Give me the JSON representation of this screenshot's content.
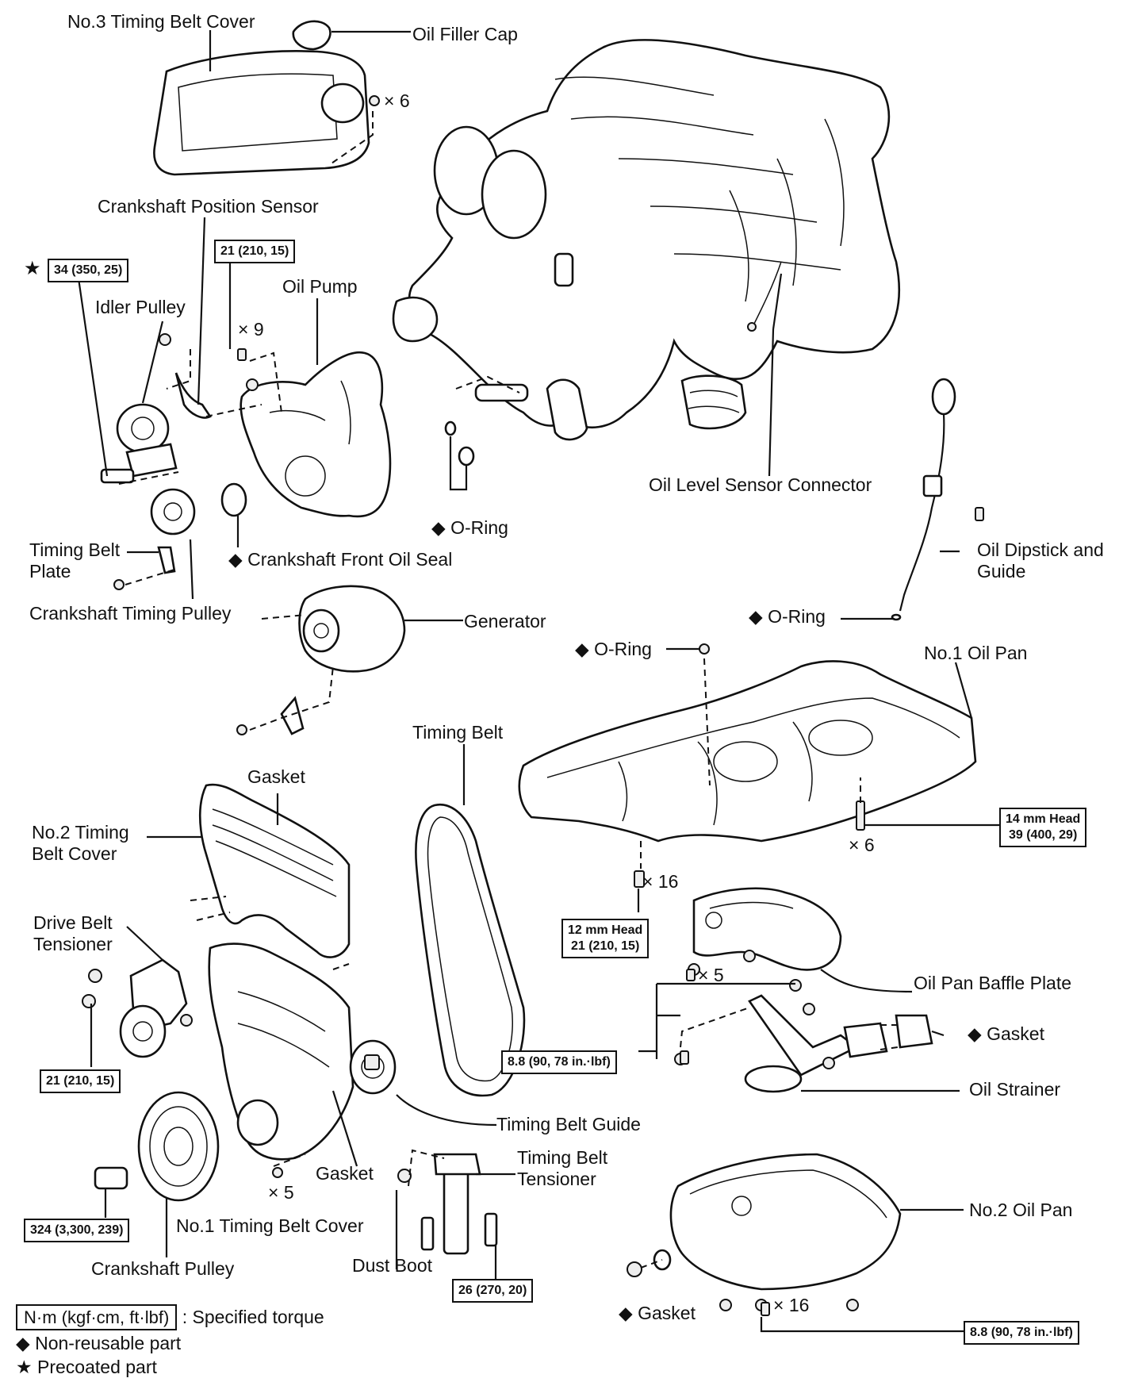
{
  "labels": {
    "no3_cover": "No.3 Timing Belt Cover",
    "oil_filler_cap": "Oil Filler Cap",
    "bolt_x6_top": "× 6",
    "crank_pos_sensor": "Crankshaft Position Sensor",
    "idler_pulley": "Idler Pulley",
    "oil_pump": "Oil Pump",
    "bolt_x9": "× 9",
    "o_ring_1": "O-Ring",
    "crank_front_seal": "Crankshaft Front Oil Seal",
    "timing_belt_plate": "Timing Belt\nPlate",
    "crank_timing_pulley": "Crankshaft Timing Pulley",
    "generator": "Generator",
    "oil_level_sensor": "Oil Level Sensor Connector",
    "oil_dipstick": "Oil Dipstick and\nGuide",
    "o_ring_2": "O-Ring",
    "o_ring_3": "O-Ring",
    "no1_oil_pan": "No.1 Oil Pan",
    "timing_belt": "Timing Belt",
    "gasket_top": "Gasket",
    "no2_cover": "No.2 Timing\nBelt Cover",
    "bolt_x6_pan": "× 6",
    "bolt_x16_a": "× 16",
    "drive_belt_tensioner": "Drive Belt\nTensioner",
    "bolt_x5_a": "× 5",
    "oil_pan_baffle": "Oil Pan Baffle Plate",
    "gasket_right": "Gasket",
    "oil_strainer": "Oil Strainer",
    "timing_belt_guide": "Timing Belt Guide",
    "timing_belt_tensioner": "Timing Belt\nTensioner",
    "gasket_mid": "Gasket",
    "bolt_x5_b": "× 5",
    "no1_cover": "No.1 Timing Belt Cover",
    "no2_oil_pan": "No.2 Oil Pan",
    "crankshaft_pulley": "Crankshaft Pulley",
    "dust_boot": "Dust Boot",
    "gasket_bottom": "Gasket",
    "bolt_x16_b": "× 16"
  },
  "torque": {
    "t_idler": "34 (350, 25)",
    "t_pump": "21 (210, 15)",
    "t_14mm": "14 mm Head\n39 (400, 29)",
    "t_12mm": "12 mm Head\n21 (210, 15)",
    "t_baffle": "8.8 (90, 78 in.·lbf)",
    "t_tensioner": "21 (210, 15)",
    "t_crank": "324 (3,300, 239)",
    "t_belt_tens": "26 (270, 20)",
    "t_pan2": "8.8 (90, 78 in.·lbf)"
  },
  "legend": {
    "torque_box": "N·m (kgf·cm, ft·lbf)",
    "torque_text": " : Specified torque",
    "nonreusable": "Non-reusable part",
    "precoated": "Precoated part"
  },
  "symbols": {
    "diamond": "◆",
    "star": "★"
  }
}
